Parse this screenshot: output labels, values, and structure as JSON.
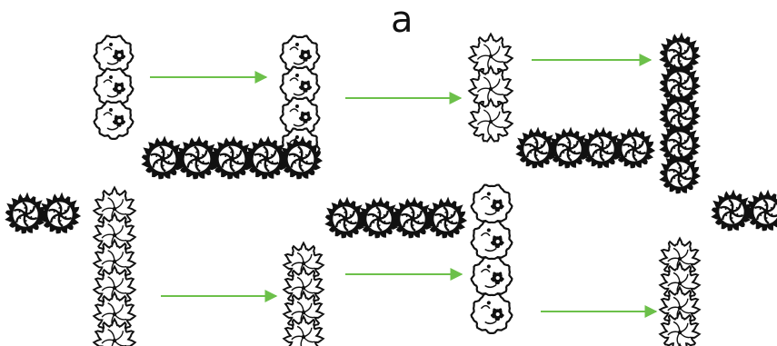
{
  "figure": {
    "panel_label": "a",
    "colors": {
      "arrow": "#6cc04a",
      "outline": "#111111",
      "fill": "#ffffff"
    },
    "symbol_types": [
      "round-tree-icon",
      "lobed-tree-icon",
      "radial-tree-icon"
    ],
    "groups": [
      {
        "id": "g1",
        "type": "round-tree-icon",
        "count": 3
      },
      {
        "id": "g2",
        "type": "round-tree-icon",
        "count": 4
      },
      {
        "id": "g3",
        "type": "radial-tree-icon",
        "count": 5
      },
      {
        "id": "g4",
        "type": "lobed-tree-icon",
        "count": 3
      },
      {
        "id": "g5",
        "type": "radial-tree-icon",
        "count": 5
      },
      {
        "id": "g6",
        "type": "radial-tree-icon",
        "count": 4
      },
      {
        "id": "g7",
        "type": "radial-tree-icon",
        "count": 2
      },
      {
        "id": "g8",
        "type": "lobed-tree-icon",
        "count": 6
      },
      {
        "id": "g9",
        "type": "lobed-tree-icon",
        "count": 4
      },
      {
        "id": "g10",
        "type": "radial-tree-icon",
        "count": 4
      },
      {
        "id": "g11",
        "type": "round-tree-icon",
        "count": 4
      },
      {
        "id": "g12",
        "type": "lobed-tree-icon",
        "count": 4
      },
      {
        "id": "g13",
        "type": "radial-tree-icon",
        "count": 2
      }
    ],
    "arrows": 6
  }
}
